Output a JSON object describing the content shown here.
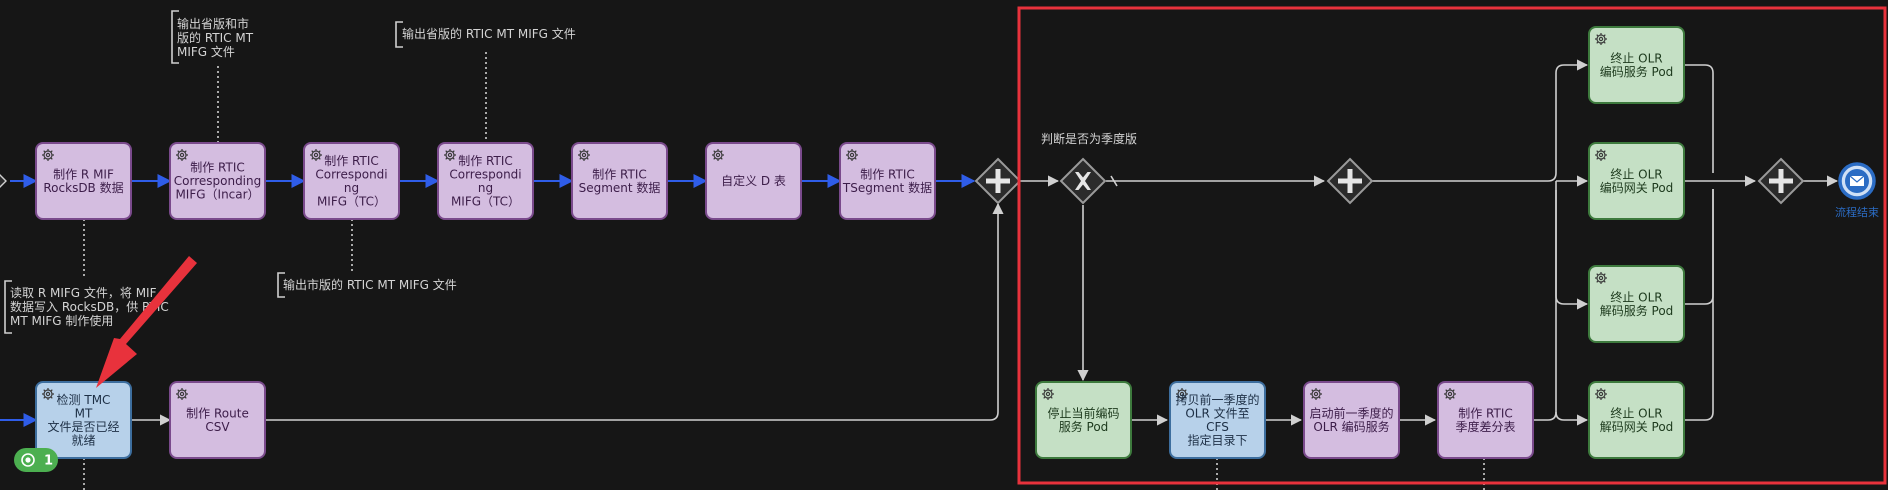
{
  "colors": {
    "background": "#161616",
    "purple_task_fill": "#d4bde0",
    "purple_task_stroke": "#7a4a8c",
    "green_task_fill": "#c5e0c5",
    "green_task_stroke": "#3d7a3d",
    "blue_task_fill": "#b7d1ea",
    "blue_task_stroke": "#3d6e9e",
    "blue_flow": "#2f5de8",
    "grey_flow": "#d0d0d0",
    "selection_box": "#e8323c",
    "arrow_annotation": "#e8323c",
    "end_event": "#2b6cc4"
  },
  "tasks": {
    "make_rmif": {
      "label": [
        "制作 R MIF",
        "RocksDB 数据"
      ],
      "icon": "gear-icon"
    },
    "make_rtic_incar": {
      "label": [
        "制作 RTIC",
        "Corresponding",
        "MIFG（Incar）"
      ],
      "icon": "gear-icon"
    },
    "make_rtic_tc1": {
      "label": [
        "制作 RTIC",
        "Correspondi",
        "ng",
        "MIFG（TC）"
      ],
      "icon": "gear-icon"
    },
    "make_rtic_tc2": {
      "label": [
        "制作 RTIC",
        "Correspondi",
        "ng",
        "MIFG（TC）"
      ],
      "icon": "gear-icon"
    },
    "make_rtic_segment": {
      "label": [
        "制作 RTIC",
        "Segment 数据"
      ],
      "icon": "gear-icon"
    },
    "custom_d_table": {
      "label": [
        "自定义 D 表"
      ],
      "icon": "gear-icon"
    },
    "make_rtic_tsegment": {
      "label": [
        "制作 RTIC",
        "TSegment 数据"
      ],
      "icon": "gear-icon"
    },
    "check_tmc": {
      "label": [
        "检测 TMC",
        "MT",
        "文件是否已经",
        "就绪"
      ],
      "icon": "gear-icon"
    },
    "make_route_csv": {
      "label": [
        "制作 Route",
        "CSV"
      ],
      "icon": "gear-icon"
    },
    "stop_current_pod": {
      "label": [
        "停止当前编码",
        "服务 Pod"
      ],
      "icon": "gear-icon"
    },
    "copy_olr": {
      "label": [
        "拷贝前一季度的",
        "OLR 文件至",
        "CFS",
        "指定目录下"
      ],
      "icon": "gear-icon"
    },
    "start_prev_olr": {
      "label": [
        "启动前一季度的",
        "OLR 编码服务"
      ],
      "icon": "gear-icon"
    },
    "make_rtic_diff": {
      "label": [
        "制作 RTIC",
        "季度差分表"
      ],
      "icon": "gear-icon"
    },
    "stop_olr_encode_pod": {
      "label": [
        "终止 OLR",
        "编码服务 Pod"
      ],
      "icon": "gear-icon"
    },
    "stop_olr_encode_gw": {
      "label": [
        "终止 OLR",
        "编码网关 Pod"
      ],
      "icon": "gear-icon"
    },
    "stop_olr_decode_svc": {
      "label": [
        "终止 OLR",
        "解码服务 Pod"
      ],
      "icon": "gear-icon"
    },
    "stop_olr_decode_gw": {
      "label": [
        "终止 OLR",
        "解码网关 Pod"
      ],
      "icon": "gear-icon"
    }
  },
  "annotations": {
    "out_province_city": [
      "输出省版和市",
      "版的 RTIC MT",
      "MIFG 文件"
    ],
    "out_province": [
      "输出省版的 RTIC MT MIFG 文件"
    ],
    "out_city": [
      "输出市版的 RTIC MT MIFG 文件"
    ],
    "read_rmifg": [
      "读取 R MIFG 文件，将 MIF",
      "数据写入 RocksDB，供 RTIC",
      "MT MIFG 制作使用"
    ]
  },
  "gateways": {
    "judge_label": "判断是否为季度版"
  },
  "end_event": {
    "label": "流程结束",
    "icon": "envelope-icon"
  },
  "badge": {
    "count": "1",
    "icon": "status-ring-icon"
  }
}
